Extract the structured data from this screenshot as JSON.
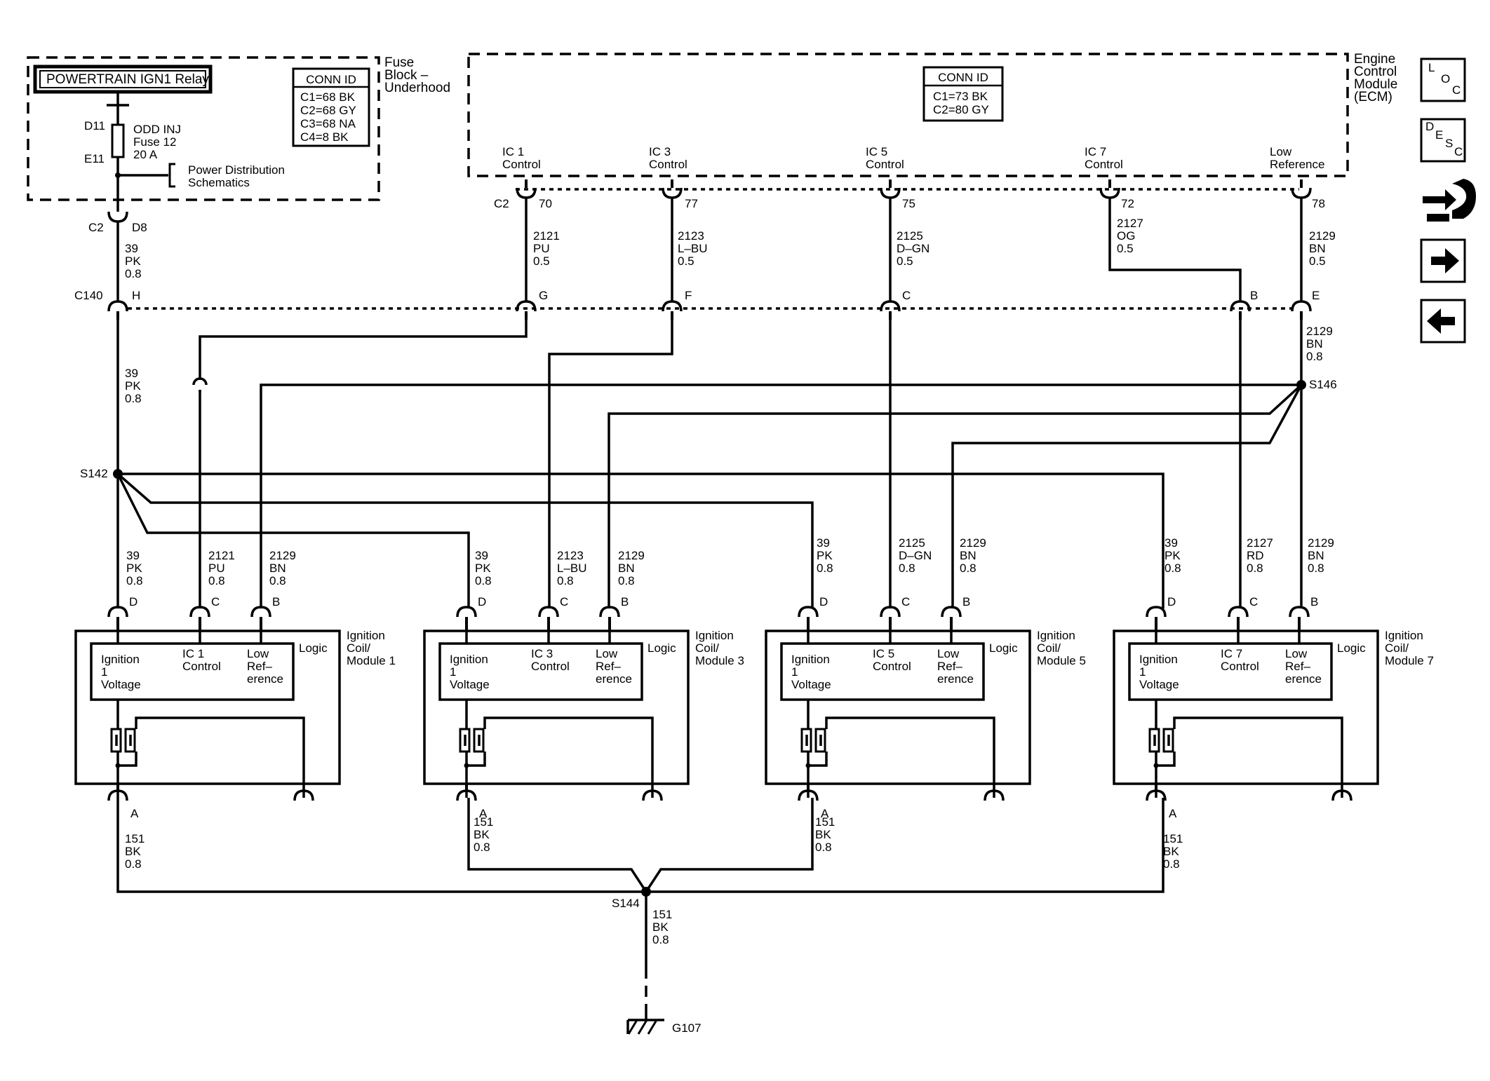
{
  "relay": {
    "title": "POWERTRAIN IGN1 Relay"
  },
  "fuse_block": {
    "conn_title": "CONN ID",
    "conn_lines": [
      "C1=68 BK",
      "C2=68 GY",
      "C3=68 NA",
      "C4=8 BK"
    ],
    "name": [
      "Fuse",
      "Block –",
      "Underhood"
    ],
    "pin_top": "D11",
    "pin_bottom": "E11",
    "fuse_lines": [
      "ODD INJ",
      "Fuse 12",
      "20 A"
    ],
    "power_ref": [
      "Power Distribution",
      "Schematics"
    ]
  },
  "ecm": {
    "name": [
      "Engine",
      "Control",
      "Module",
      "(ECM)"
    ],
    "conn_title": "CONN ID",
    "conn_lines": [
      "C1=73 BK",
      "C2=80 GY"
    ],
    "connector": "C2",
    "pins": [
      {
        "label": [
          "IC 1",
          "Control"
        ],
        "pin": "70"
      },
      {
        "label": [
          "IC 3",
          "Control"
        ],
        "pin": "77"
      },
      {
        "label": [
          "IC 5",
          "Control"
        ],
        "pin": "75"
      },
      {
        "label": [
          "IC 7",
          "Control"
        ],
        "pin": "72"
      },
      {
        "label": [
          "Low",
          "Reference"
        ],
        "pin": "78"
      }
    ]
  },
  "fuse_out": {
    "conn": "C2",
    "pin": "D8",
    "wire": [
      "39",
      "PK",
      "0.8"
    ]
  },
  "ecm_wires": [
    [
      "2121",
      "PU",
      "0.5"
    ],
    [
      "2123",
      "L–BU",
      "0.5"
    ],
    [
      "2125",
      "D–GN",
      "0.5"
    ],
    [
      "2127",
      "OG",
      "0.5"
    ],
    [
      "2129",
      "BN",
      "0.5"
    ]
  ],
  "c140": {
    "name": "C140",
    "pins": [
      "H",
      "G",
      "F",
      "C",
      "B",
      "E"
    ]
  },
  "below_c140": {
    "pk": [
      "39",
      "PK",
      "0.8"
    ],
    "bn": [
      "2129",
      "BN",
      "0.8"
    ]
  },
  "splices": {
    "s142": "S142",
    "s146": "S146",
    "s144": "S144"
  },
  "coils": [
    {
      "name": [
        "Ignition",
        "Coil/",
        "Module 1"
      ],
      "wires": [
        [
          "39",
          "PK",
          "0.8"
        ],
        [
          "2121",
          "PU",
          "0.8"
        ],
        [
          "2129",
          "BN",
          "0.8"
        ]
      ],
      "ctrl": [
        "IC 1",
        "Control"
      ],
      "ground_wire": [
        "151",
        "BK",
        "0.8"
      ]
    },
    {
      "name": [
        "Ignition",
        "Coil/",
        "Module 3"
      ],
      "wires": [
        [
          "39",
          "PK",
          "0.8"
        ],
        [
          "2123",
          "L–BU",
          "0.8"
        ],
        [
          "2129",
          "BN",
          "0.8"
        ]
      ],
      "ctrl": [
        "IC 3",
        "Control"
      ],
      "ground_wire": [
        "151",
        "BK",
        "0.8"
      ]
    },
    {
      "name": [
        "Ignition",
        "Coil/",
        "Module 5"
      ],
      "wires": [
        [
          "39",
          "PK",
          "0.8"
        ],
        [
          "2125",
          "D–GN",
          "0.8"
        ],
        [
          "2129",
          "BN",
          "0.8"
        ]
      ],
      "ctrl": [
        "IC 5",
        "Control"
      ],
      "ground_wire": [
        "151",
        "BK",
        "0.8"
      ]
    },
    {
      "name": [
        "Ignition",
        "Coil/",
        "Module 7"
      ],
      "wires": [
        [
          "39",
          "PK",
          "0.8"
        ],
        [
          "2127",
          "RD",
          "0.8"
        ],
        [
          "2129",
          "BN",
          "0.8"
        ]
      ],
      "ctrl": [
        "IC 7",
        "Control"
      ],
      "ground_wire": [
        "151",
        "BK",
        "0.8"
      ]
    }
  ],
  "coil_common": {
    "pins": [
      "D",
      "C",
      "B",
      "A"
    ],
    "logic": "Logic",
    "ign_label": [
      "Ignition",
      "1",
      "Voltage"
    ],
    "low_ref_label": [
      "Low",
      "Ref–",
      "erence"
    ]
  },
  "ground": {
    "wire": [
      "151",
      "BK",
      "0.8"
    ],
    "name": "G107"
  },
  "nav": {
    "loc": [
      "L",
      "O",
      "C"
    ],
    "desc": [
      "D",
      "E",
      "S",
      "C"
    ]
  }
}
